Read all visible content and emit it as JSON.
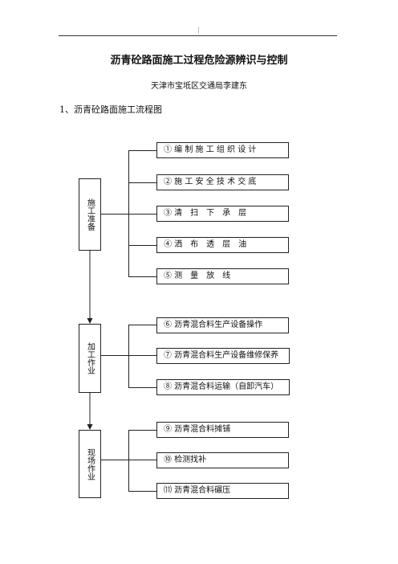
{
  "header": {
    "mark": "|"
  },
  "document": {
    "title": "沥青砼路面施工过程危险源辨识与控制",
    "author": "天津市宝坻区交通局李建东",
    "section_heading": "1、沥青砼路面施工流程图"
  },
  "flowchart": {
    "stages": [
      {
        "label": "施工准备"
      },
      {
        "label": "加工作业"
      },
      {
        "label": "现场作业"
      }
    ],
    "steps": [
      {
        "label": "① 编 制 施 工 组 织 设 计"
      },
      {
        "label": "② 施 工 安 全 技 术 交 底"
      },
      {
        "label": "③ 清　扫　下　承　层"
      },
      {
        "label": "④ 洒　布　透　层　油"
      },
      {
        "label": "⑤ 测　量　放　线"
      },
      {
        "label": "⑥ 沥青混合料生产设备操作"
      },
      {
        "label": "⑦ 沥青混合料生产设备维修保养"
      },
      {
        "label": "⑧ 沥青混合料运输（自卸汽车）"
      },
      {
        "label": "⑨ 沥青混合料摊铺"
      },
      {
        "label": "⑩ 检测找补"
      },
      {
        "label": "⑾ 沥青混合料碾压"
      }
    ]
  }
}
